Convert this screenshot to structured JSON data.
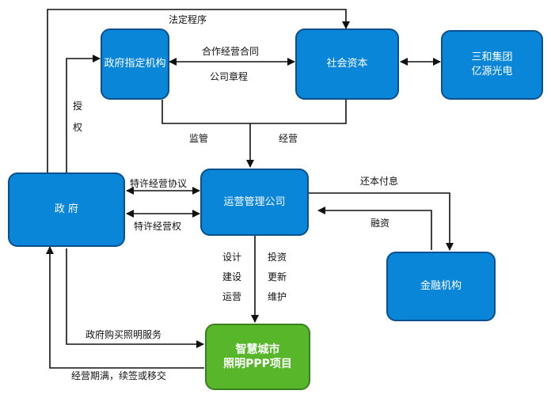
{
  "nodes": {
    "gov_agency": "政府指定机构",
    "social_capital": "社会资本",
    "sanhe": [
      "三和集团",
      "亿源光电"
    ],
    "government": "政 府",
    "operator": "运营管理公司",
    "finance": "金融机构",
    "project": [
      "智慧城市",
      "照明PPP项目"
    ]
  },
  "labels": {
    "statutory": "法定程序",
    "contract": "合作经营合同",
    "charter": "公司章程",
    "authorize": [
      "授",
      "权"
    ],
    "supervise": "监管",
    "operate": "经营",
    "franchise_agreement": "特许经营协议",
    "franchise_right": "特许经营权",
    "repay": "还本付息",
    "financing": "融资",
    "left_stack": [
      "设计",
      "建设",
      "运营"
    ],
    "right_stack": [
      "投资",
      "更新",
      "维护"
    ],
    "purchase": "政府购买照明服务",
    "expiry": "经营期满，续签或移交"
  }
}
